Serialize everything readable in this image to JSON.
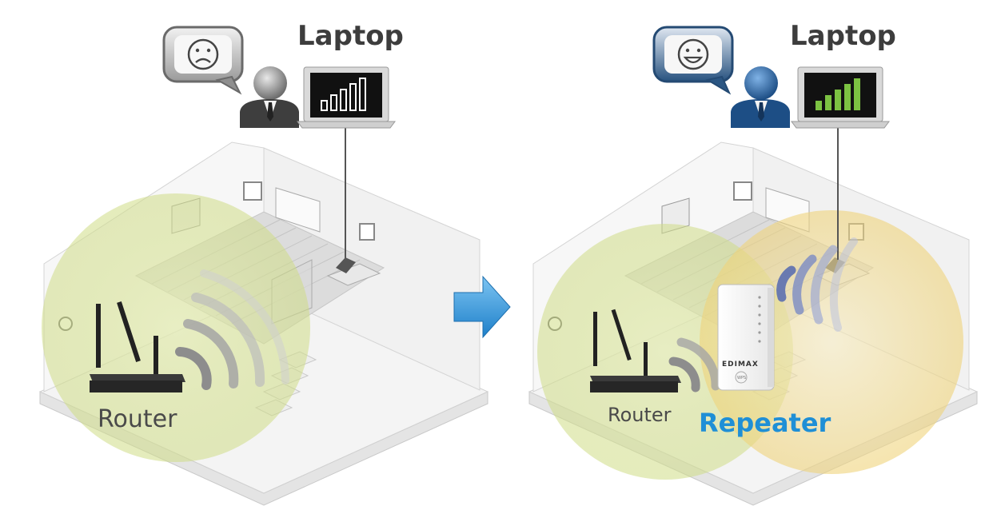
{
  "before": {
    "laptop_label": "Laptop",
    "router_label": "Router",
    "user_mood": "sad",
    "coverage_color": "#d4e08a"
  },
  "after": {
    "laptop_label": "Laptop",
    "router_label": "Router",
    "repeater_label": "Repeater",
    "repeater_brand": "EDIMAX",
    "repeater_button": "WPS",
    "user_mood": "happy",
    "router_coverage_color": "#d4e08a",
    "repeater_coverage_color": "#f3dc86"
  },
  "colors": {
    "repeater_text": "#1f8fd6",
    "arrow": "#2f93d8",
    "signal_bars_weak": "#ffffff",
    "signal_bars_strong": "#7cc242",
    "person_before": "#8a8a8a",
    "person_after": "#2c66a8"
  },
  "icons": [
    "sad-face-icon",
    "happy-face-icon",
    "person-icon",
    "laptop-icon",
    "router-icon",
    "repeater-icon",
    "arrow-right-icon",
    "wifi-waves-icon"
  ]
}
